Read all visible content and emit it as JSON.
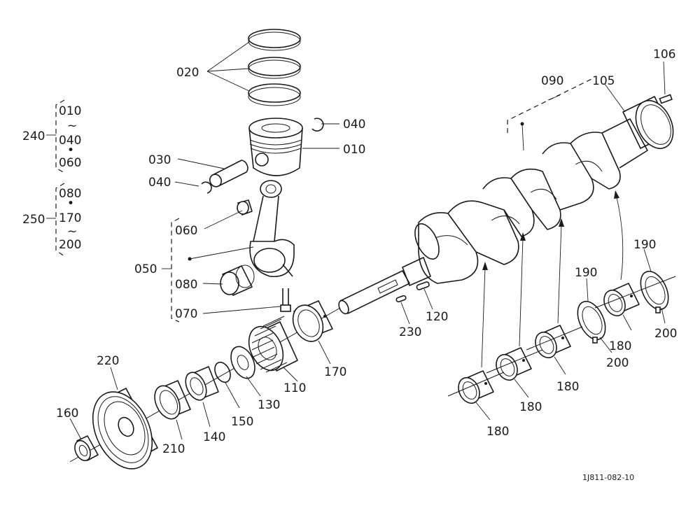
{
  "labels": {
    "p020": "020",
    "p240": "240",
    "p240_010": "010",
    "p240_040": "040",
    "p240_060": "060",
    "p250": "250",
    "p250_080": "080",
    "p250_170": "170",
    "p250_200": "200",
    "p030": "030",
    "p040a": "040",
    "p040b": "040",
    "p010": "010",
    "p060": "060",
    "p050": "050",
    "p080": "080",
    "p070": "070",
    "p090": "090",
    "p105": "105",
    "p106": "106",
    "p120": "120",
    "p230": "230",
    "p170": "170",
    "p110": "110",
    "p130": "130",
    "p150": "150",
    "p140": "140",
    "p210": "210",
    "p220": "220",
    "p160": "160",
    "p180a": "180",
    "p180b": "180",
    "p180c": "180",
    "p180d": "180",
    "p190a": "190",
    "p190b": "190",
    "p200a": "200",
    "p200b": "200"
  },
  "symbols": {
    "tilde": "~",
    "dot": "•"
  },
  "drawing_code": "1J811-082-10"
}
